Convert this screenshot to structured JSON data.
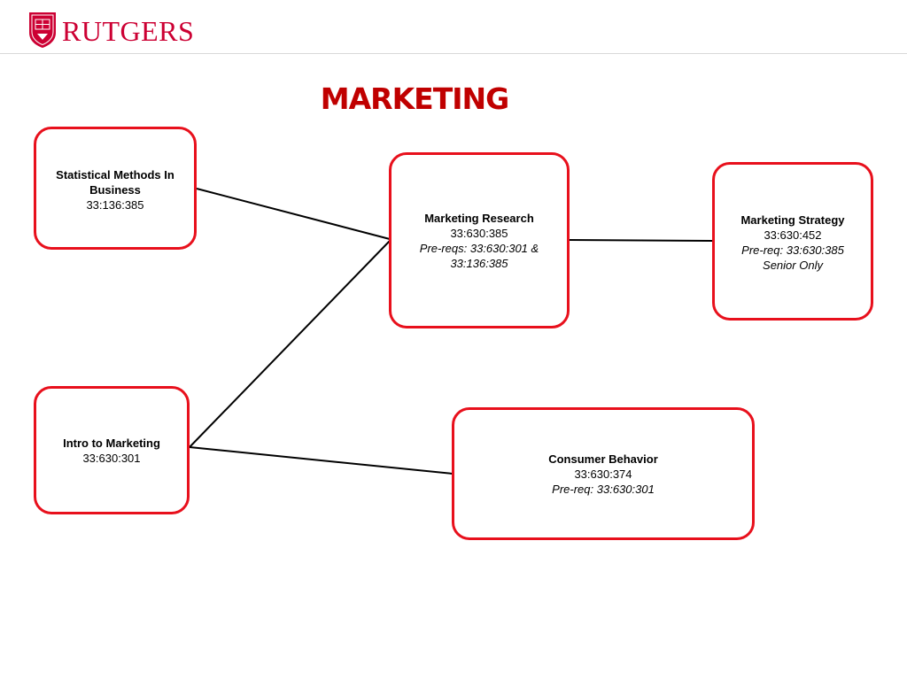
{
  "header": {
    "logo_text": "RUTGERS"
  },
  "title": "MARKETING",
  "courses": {
    "stats": {
      "name": "Statistical Methods In Business",
      "code": "33:136:385"
    },
    "intro": {
      "name": "Intro to Marketing",
      "code": "33:630:301"
    },
    "research": {
      "name": "Marketing Research",
      "code": "33:630:385",
      "prereq": "Pre-reqs: 33:630:301 & 33:136:385"
    },
    "strategy": {
      "name": "Marketing Strategy",
      "code": "33:630:452",
      "prereq": "Pre-req: 33:630:385",
      "note": "Senior Only"
    },
    "consumer": {
      "name": "Consumer Behavior",
      "code": "33:630:374",
      "prereq": "Pre-req: 33:630:301"
    }
  },
  "edges": [
    {
      "from": "stats",
      "to": "research"
    },
    {
      "from": "intro",
      "to": "research"
    },
    {
      "from": "research",
      "to": "strategy"
    },
    {
      "from": "intro",
      "to": "consumer"
    }
  ],
  "colors": {
    "brand_red": "#cc0033",
    "box_border": "#e8101c",
    "title_red": "#c00000",
    "connector": "#000000"
  }
}
